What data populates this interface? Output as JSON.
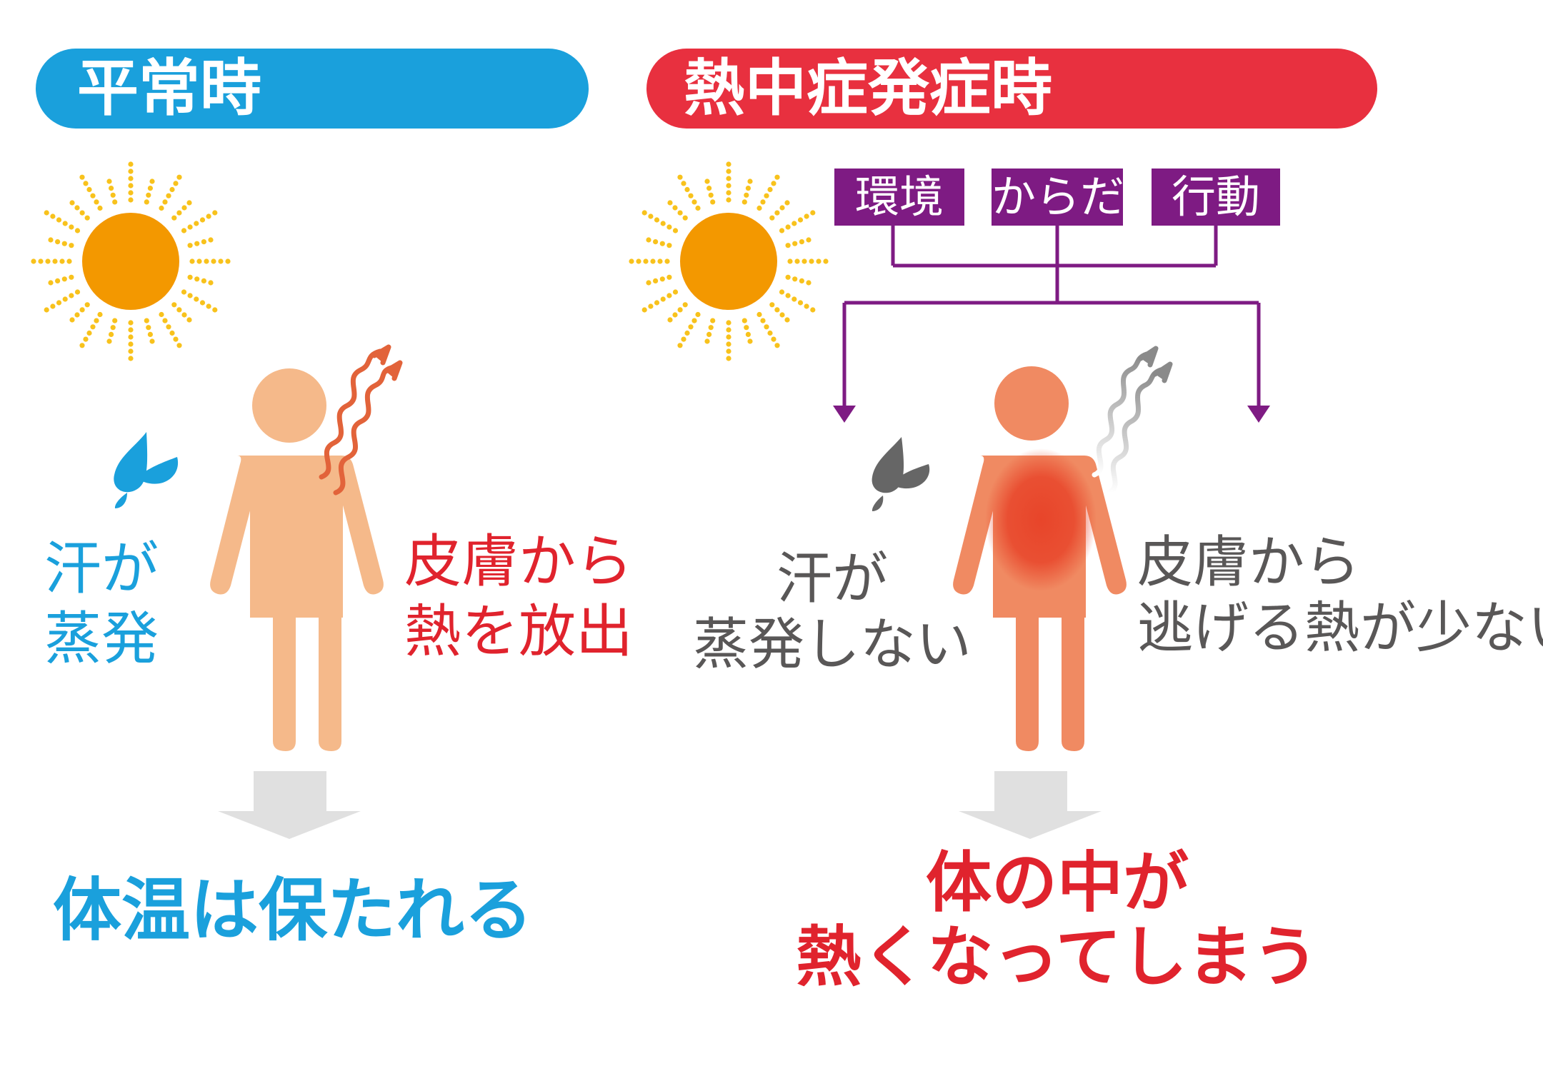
{
  "colors": {
    "normal_accent": "#1aa0dc",
    "heat_accent": "#e8303f",
    "factor_purple": "#7e1b83",
    "sun_orange": "#f39800",
    "sun_ray_yellow": "#f8c21c",
    "body_normal": "#f5b98a",
    "body_heat": "#f08a62",
    "core_heat": "#e8452a",
    "heat_wave_orange": "#e2633a",
    "heat_wave_gray": "#9a9a9a",
    "sweat_drop_gray": "#666666",
    "down_arrow_gray": "#e0e0e0",
    "text_red": "#e0232d",
    "text_gray": "#595757"
  },
  "normal": {
    "banner": "平常時",
    "sweat_label": [
      "汗が",
      "蒸発"
    ],
    "skin_label": [
      "皮膚から",
      "熱を放出"
    ],
    "result": "体温は保たれる",
    "icons": [
      "sun-icon",
      "sweat-drop-icon",
      "person-icon",
      "heat-wave-icon",
      "down-arrow-icon"
    ]
  },
  "heatstroke": {
    "banner": "熱中症発症時",
    "factors": [
      "環境",
      "からだ",
      "行動"
    ],
    "sweat_label": [
      "汗が",
      "蒸発しない"
    ],
    "skin_label": [
      "皮膚から",
      "逃げる熱が少ない"
    ],
    "result": [
      "体の中が",
      "熱くなってしまう"
    ],
    "icons": [
      "sun-icon",
      "sweat-drop-icon",
      "person-icon",
      "core-heat-icon",
      "heat-wave-icon",
      "down-arrow-icon"
    ]
  }
}
